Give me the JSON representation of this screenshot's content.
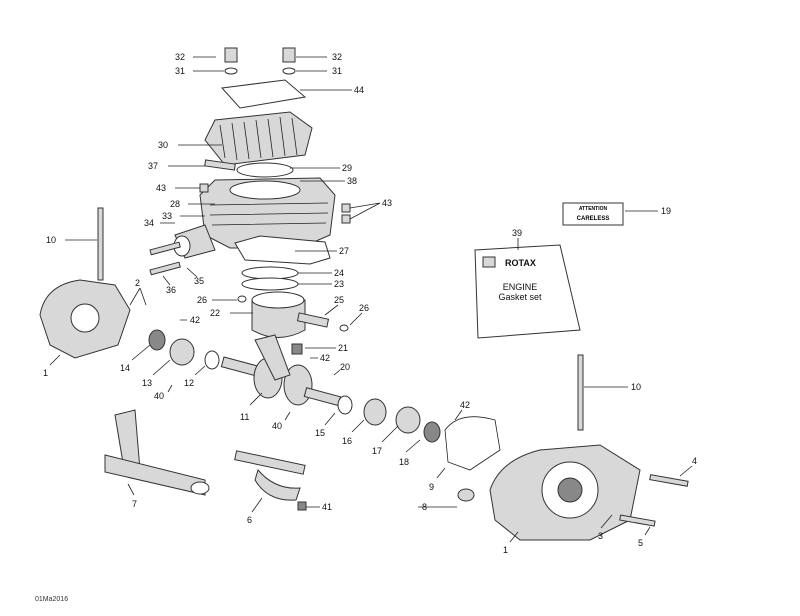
{
  "callouts": [
    "32",
    "32",
    "31",
    "31",
    "44",
    "30",
    "37",
    "29",
    "38",
    "43",
    "43",
    "28",
    "33",
    "34",
    "10",
    "27",
    "39",
    "19",
    "24",
    "23",
    "35",
    "36",
    "2",
    "26",
    "25",
    "26",
    "22",
    "42",
    "1",
    "14",
    "21",
    "42",
    "13",
    "12",
    "20",
    "40",
    "11",
    "40",
    "15",
    "16",
    "17",
    "18",
    "42",
    "10",
    "4",
    "9",
    "7",
    "41",
    "6",
    "8",
    "3",
    "5",
    "1"
  ],
  "booklet": {
    "brand": "ROTAX",
    "title": "ENGINE",
    "subtitle": "Gasket set"
  },
  "sticker": {
    "line1": "ATTENTION",
    "line2": "CARELESS"
  },
  "footer_code": "01Ma2016"
}
